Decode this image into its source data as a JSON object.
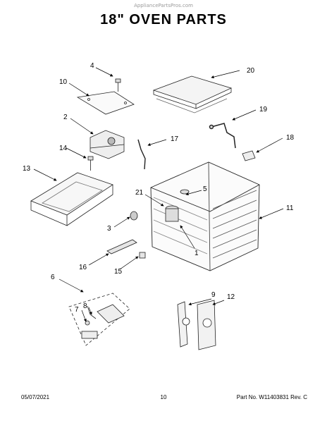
{
  "watermark": "AppliancePartsPros.com",
  "title": "18\" OVEN PARTS",
  "callouts": {
    "c1": "1",
    "c2": "2",
    "c3": "3",
    "c4": "4",
    "c5": "5",
    "c6": "6",
    "c7": "7",
    "c8": "8",
    "c9": "9",
    "c10": "10",
    "c11": "11",
    "c12": "12",
    "c13": "13",
    "c14": "14",
    "c15": "15",
    "c16": "16",
    "c17": "17",
    "c18": "18",
    "c19": "19",
    "c20": "20",
    "c21": "21"
  },
  "footer": {
    "date": "05/07/2021",
    "page": "10",
    "part_number": "Part No.  W11403831  Rev.  C"
  }
}
